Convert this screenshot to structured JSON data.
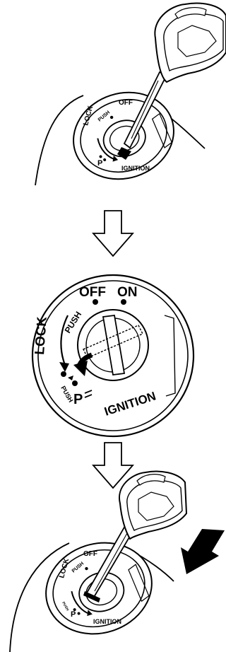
{
  "panel1": {
    "labels": {
      "off": "OFF",
      "lock": "LOCK",
      "push": "PUSH",
      "p": "P",
      "ignition": "IGNITION"
    }
  },
  "panel2": {
    "labels": {
      "off": "OFF",
      "on": "ON",
      "lock": "LOCK",
      "push_top": "PUSH",
      "push_bottom": "PUSH",
      "p": "P",
      "ignition": "IGNITION"
    }
  },
  "panel3": {
    "labels": {
      "off": "OFF",
      "lock": "LOCK",
      "push_top": "PUSH",
      "push_bottom": "PUSH",
      "p": "P",
      "ignition": "IGNITION"
    }
  },
  "colors": {
    "line": "#000000",
    "background": "#ffffff",
    "fill_light": "#ffffff",
    "fill_dark": "#000000"
  },
  "icons": {
    "step_arrow": "down-arrow-icon",
    "press_arrow": "push-arrow-icon",
    "turn_arrow": "rotate-arrow-icon"
  }
}
